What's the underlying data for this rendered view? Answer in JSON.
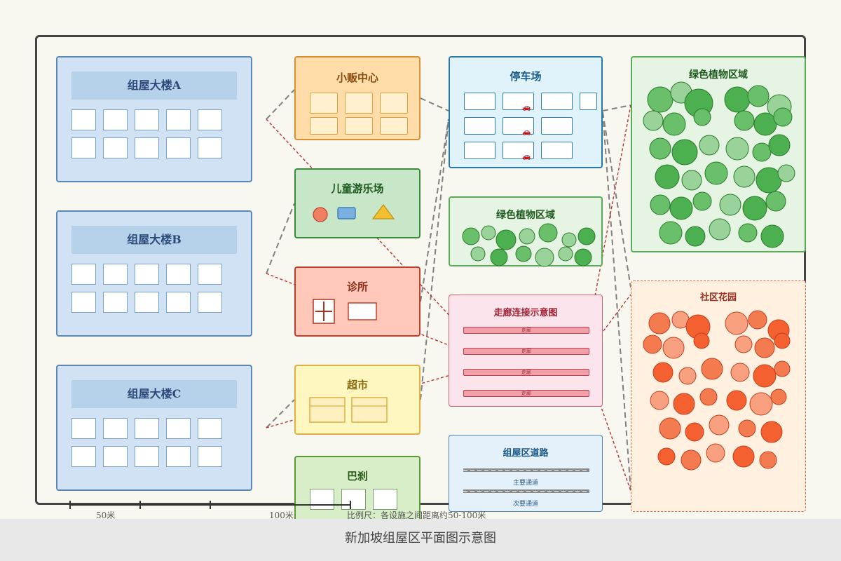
{
  "buildings": [
    {
      "name": "组屋大楼A"
    },
    {
      "name": "组屋大楼B"
    },
    {
      "name": "组屋大楼C"
    }
  ],
  "facilities": {
    "hawker": "小贩中心",
    "playground": "儿童游乐场",
    "clinic": "诊所",
    "supermarket": "超市",
    "pasar": "巴刹",
    "parking": "停车场",
    "green_small": "绿色植物区域",
    "green_large": "绿色植物区域",
    "garden": "社区花园",
    "corridor": "走廊连接示意图",
    "road": "组屋区道路"
  },
  "corridor_bars": [
    "走廊",
    "走廊",
    "走廊",
    "走廊"
  ],
  "roads": {
    "main": "主要通道",
    "secondary": "次要通道"
  },
  "scale": {
    "label_50": "50米",
    "label_100": "100米",
    "note": "比例尺：各设施之间距离约50-100米"
  },
  "caption": "新加坡组屋区平面图示意图",
  "colors": {
    "frame": "#444444",
    "building_fill": "#d0e2f4",
    "building_border": "#5a86b8",
    "hawker_fill": "#ffdca8",
    "hawker_border": "#d99030",
    "playground_fill": "#c8e6c8",
    "playground_border": "#3a8a3a",
    "clinic_fill": "#ffc8b8",
    "clinic_border": "#c04030",
    "market_fill": "#fff6c0",
    "market_border": "#e0b040",
    "pasar_fill": "#d8eec8",
    "pasar_border": "#5a9a3a",
    "parking_fill": "#e0f2fa",
    "parking_border": "#2878a8",
    "green_fill": "#e6f4e4",
    "green_border": "#5aaa5a",
    "garden_fill": "#fff0e0",
    "garden_border": "#e06040",
    "corridor_fill": "#fce4ec",
    "corridor_border": "#d06070",
    "road_fill": "#e4f0fa",
    "road_border": "#4a80b8"
  }
}
